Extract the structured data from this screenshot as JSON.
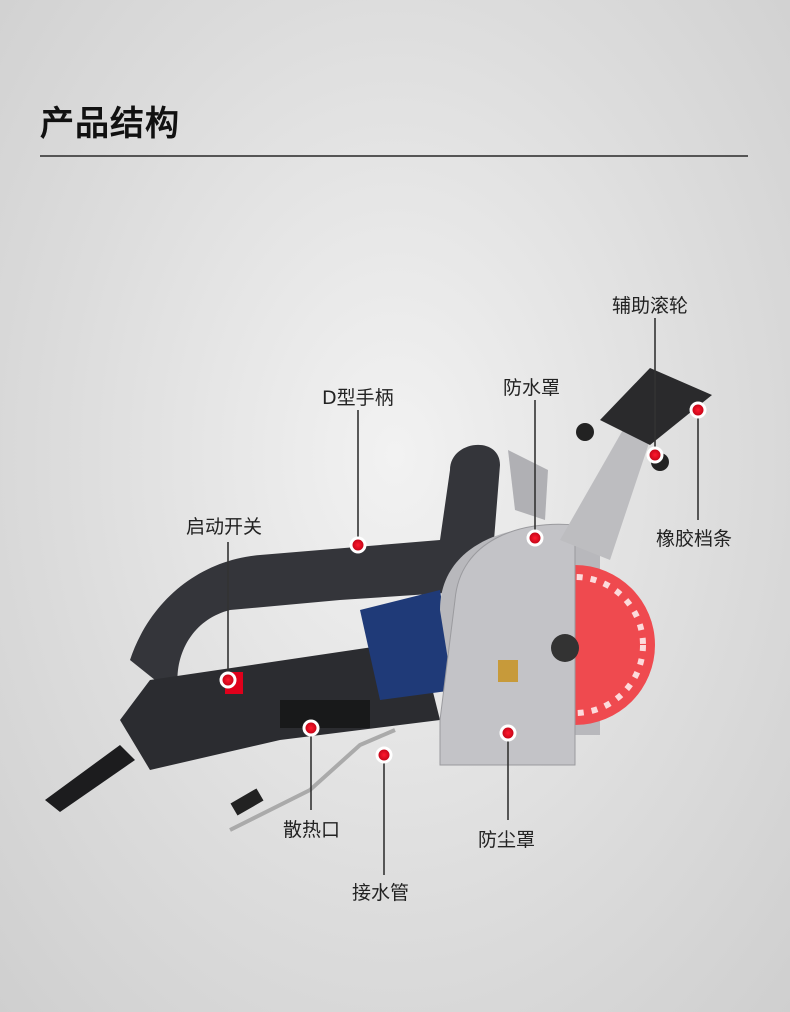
{
  "header": {
    "title": "产品结构"
  },
  "labels": {
    "roller": "辅助滚轮",
    "water_guard": "防水罩",
    "handle": "D型手柄",
    "switch": "启动开关",
    "rubber_strip": "橡胶档条",
    "vent": "散热口",
    "water_pipe": "接水管",
    "dust_guard": "防尘罩"
  },
  "colors": {
    "accent": "#e0001b",
    "blade": "#ef4a4f",
    "body": "#2e2f33",
    "motor": "#1f3a78"
  }
}
